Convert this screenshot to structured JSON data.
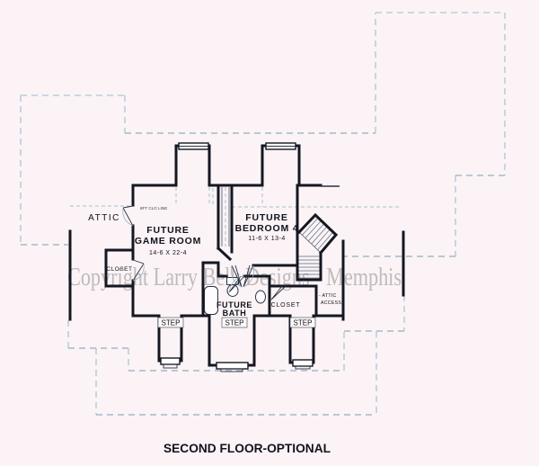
{
  "plan": {
    "title": "SECOND FLOOR-OPTIONAL",
    "watermark": "Copyright Larry Belk Designs - Memphis",
    "rooms": {
      "attic": {
        "label": "ATTIC"
      },
      "game_room": {
        "label_line1": "FUTURE",
        "label_line2": "GAME ROOM",
        "dimensions": "14-6 X 22-4"
      },
      "bedroom4": {
        "label_line1": "FUTURE",
        "label_line2": "BEDROOM 4",
        "dimensions": "11-6 X 13-4"
      },
      "bath": {
        "label_line1": "FUTURE",
        "label_line2": "BATH"
      },
      "closet_left": {
        "label": "CLOSET"
      },
      "closet_bottom": {
        "label": "CLOSET"
      },
      "attic_access": {
        "label_line1": "- ATTIC",
        "label_line2": "ACCESS"
      }
    },
    "annotations": {
      "ceiling_line": "8FT CLG LINE",
      "step_left": "STEP",
      "step_middle": "STEP",
      "step_right": "STEP"
    },
    "colors": {
      "background": "#fbf3f5",
      "wall": "#141722",
      "roof_dash": "#abc7d6",
      "watermark": "#8e8e8e"
    }
  }
}
